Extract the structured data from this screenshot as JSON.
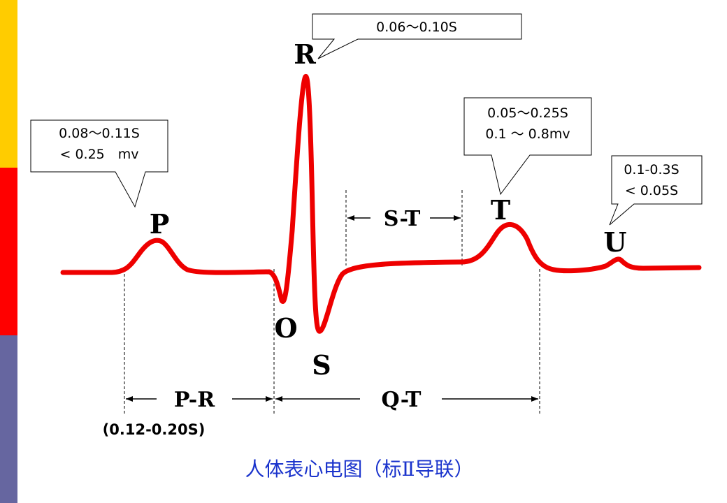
{
  "side_bar": {
    "colors": [
      "#ffcc00",
      "#ff0000",
      "#6666a0"
    ]
  },
  "diagram": {
    "trace_color": "#ee0000",
    "caption_color": "#1a33cc",
    "wave_labels": {
      "p": "P",
      "r": "R",
      "q": "O",
      "s": "S",
      "t": "T",
      "u": "U"
    },
    "interval_labels": {
      "pr": "P-R",
      "qt": "Q-T",
      "st": "S-T"
    },
    "pr_range": "(0.12-0.20S)",
    "callouts": {
      "p": [
        "0.08～0.11S",
        "< 0.25　mv"
      ],
      "r": [
        "0.06～0.10S"
      ],
      "t": [
        "0.05～0.25S",
        "0.1 ～ 0.8mv"
      ],
      "u": [
        "0.1-0.3S",
        "< 0.05S"
      ]
    },
    "caption": "人体表心电图（标Ⅱ导联）"
  }
}
